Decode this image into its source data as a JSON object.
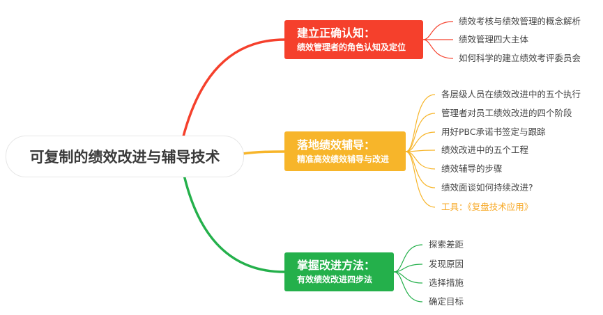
{
  "root": {
    "title": "可复制的绩效改进与辅导技术"
  },
  "branches": [
    {
      "title": "建立正确认知：",
      "subtitle": "绩效管理者的角色认知及定位",
      "color": "#f5402c",
      "children": [
        "绩效考核与绩效管理的概念解析",
        "绩效管理四大主体",
        "如何科学的建立绩效考评委员会"
      ]
    },
    {
      "title": "落地绩效辅导：",
      "subtitle": "精准高效绩效辅导与改进",
      "color": "#f7b52a",
      "children": [
        "各层级人员在绩效改进中的五个执行",
        "管理者对员工绩效改进的四个阶段",
        "用好PBC承诺书签定与跟踪",
        "绩效改进中的五个工程",
        "绩效辅导的步骤",
        "绩效面谈如何持续改进?",
        "工具：《复盘技术应用》"
      ]
    },
    {
      "title": "掌握改进方法：",
      "subtitle": "有效绩效改进四步法",
      "color": "#24b04b",
      "children": [
        "探索差距",
        "发现原因",
        "选择措施",
        "确定目标"
      ]
    }
  ],
  "highlight_color": "#f7a825"
}
